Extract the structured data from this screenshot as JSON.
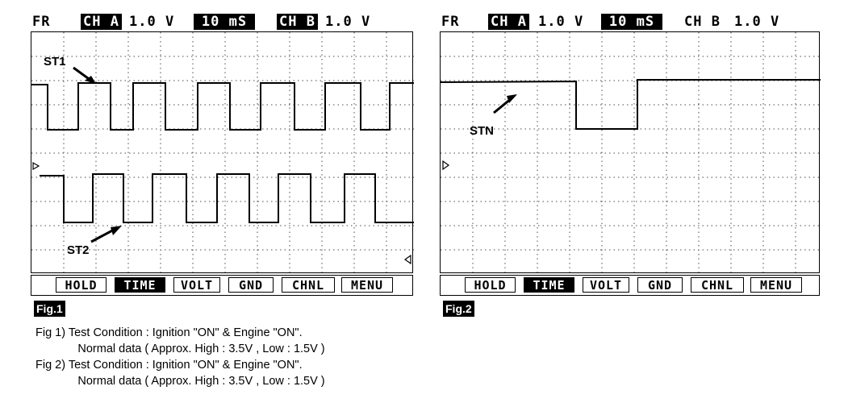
{
  "scope1": {
    "header": {
      "mode": "FR",
      "ch_a": "CH A",
      "ch_a_volt": "1.0 V",
      "time": "10 mS",
      "ch_b": "CH B",
      "ch_b_volt": "1.0 V"
    },
    "labels": {
      "top": "ST1",
      "bottom": "ST2"
    },
    "buttons": [
      "HOLD",
      "TIME",
      "VOLT",
      "GND",
      "CHNL",
      "MENU"
    ],
    "active_button": "TIME",
    "fig": "Fig.1"
  },
  "scope2": {
    "header": {
      "mode": "FR",
      "ch_a": "CH A",
      "ch_a_volt": "1.0 V",
      "time": "10 mS",
      "ch_b": "CH B",
      "ch_b_volt": "1.0 V"
    },
    "labels": {
      "top": "STN"
    },
    "buttons": [
      "HOLD",
      "TIME",
      "VOLT",
      "GND",
      "CHNL",
      "MENU"
    ],
    "active_button": "TIME",
    "fig": "Fig.2"
  },
  "notes": {
    "line1": "Fig 1) Test Condition : Ignition \"ON\" & Engine \"ON\".",
    "line2": "             Normal data ( Approx. High : 3.5V , Low : 1.5V )",
    "line3": "Fig 2) Test Condition : Ignition \"ON\" & Engine \"ON\".",
    "line4": "             Normal data ( Approx. High : 3.5V , Low : 1.5V )"
  }
}
